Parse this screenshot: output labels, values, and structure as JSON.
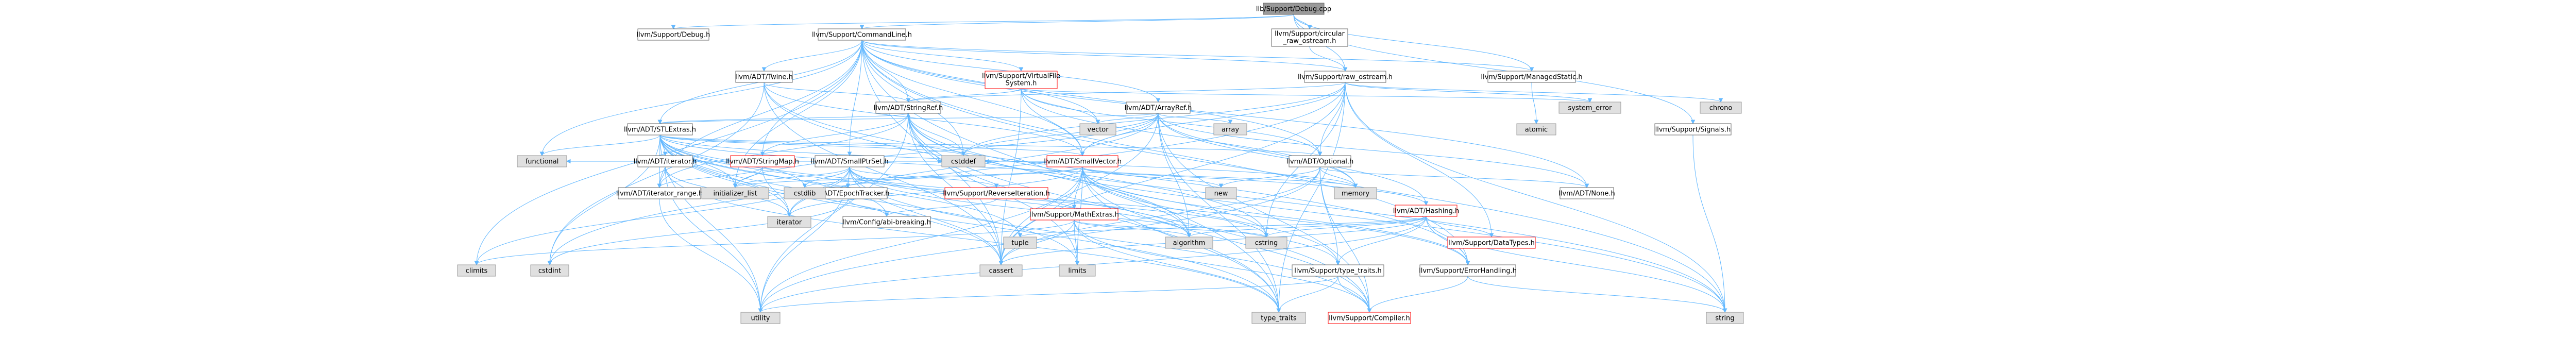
{
  "graph_title": "lib/Support/Debug.cpp",
  "colors": {
    "edge": "#63b8ff",
    "root_fill": "#999999",
    "node_border": "#666666",
    "system_fill": "#e0e0e0",
    "red_border": "#ff0000"
  },
  "nodes": [
    {
      "id": "root",
      "label": "lib/Support/Debug.cpp",
      "kind": "root"
    },
    {
      "id": "debug_h",
      "label": "llvm/Support/Debug.h",
      "kind": "local"
    },
    {
      "id": "commandline",
      "label": "llvm/Support/CommandLine.h",
      "kind": "local"
    },
    {
      "id": "circular",
      "label": "llvm/Support/circular_raw_ostream.h",
      "kind": "local"
    },
    {
      "id": "managedstatic",
      "label": "llvm/Support/ManagedStatic.h",
      "kind": "local"
    },
    {
      "id": "signals",
      "label": "llvm/Support/Signals.h",
      "kind": "local"
    },
    {
      "id": "raw_ostream",
      "label": "llvm/Support/raw_ostream.h",
      "kind": "local"
    },
    {
      "id": "twine",
      "label": "llvm/ADT/Twine.h",
      "kind": "local"
    },
    {
      "id": "vfs",
      "label": "llvm/Support/VirtualFileSystem.h",
      "kind": "redlink"
    },
    {
      "id": "arrayref",
      "label": "llvm/ADT/ArrayRef.h",
      "kind": "local"
    },
    {
      "id": "stringref",
      "label": "llvm/ADT/StringRef.h",
      "kind": "local"
    },
    {
      "id": "stlextras",
      "label": "llvm/ADT/STLExtras.h",
      "kind": "local"
    },
    {
      "id": "smallvector",
      "label": "llvm/ADT/SmallVector.h",
      "kind": "redlink"
    },
    {
      "id": "optional",
      "label": "llvm/ADT/Optional.h",
      "kind": "local"
    },
    {
      "id": "smallptrset",
      "label": "llvm/ADT/SmallPtrSet.h",
      "kind": "local"
    },
    {
      "id": "stringmap",
      "label": "llvm/ADT/StringMap.h",
      "kind": "redlink"
    },
    {
      "id": "iterator",
      "label": "llvm/ADT/iterator.h",
      "kind": "local"
    },
    {
      "id": "iterator_range",
      "label": "llvm/ADT/iterator_range.h",
      "kind": "local"
    },
    {
      "id": "epochtracker",
      "label": "llvm/ADT/EpochTracker.h",
      "kind": "local"
    },
    {
      "id": "abibreaking",
      "label": "llvm/Config/abi-breaking.h",
      "kind": "local"
    },
    {
      "id": "reverseiter",
      "label": "llvm/Support/ReverseIteration.h",
      "kind": "redlink"
    },
    {
      "id": "mathextras",
      "label": "llvm/Support/MathExtras.h",
      "kind": "redlink"
    },
    {
      "id": "hashing",
      "label": "llvm/ADT/Hashing.h",
      "kind": "redlink"
    },
    {
      "id": "datatypes",
      "label": "llvm/Support/DataTypes.h",
      "kind": "redlink"
    },
    {
      "id": "errorhandling",
      "label": "llvm/Support/ErrorHandling.h",
      "kind": "local"
    },
    {
      "id": "type_traits_h",
      "label": "llvm/Support/type_traits.h",
      "kind": "local"
    },
    {
      "id": "compiler",
      "label": "llvm/Support/Compiler.h",
      "kind": "redlink"
    },
    {
      "id": "none",
      "label": "llvm/ADT/None.h",
      "kind": "local"
    },
    {
      "id": "system_error",
      "label": "system_error",
      "kind": "system"
    },
    {
      "id": "chrono",
      "label": "chrono",
      "kind": "system"
    },
    {
      "id": "atomic",
      "label": "atomic",
      "kind": "system"
    },
    {
      "id": "array",
      "label": "array",
      "kind": "system"
    },
    {
      "id": "vector",
      "label": "vector",
      "kind": "system"
    },
    {
      "id": "functional",
      "label": "functional",
      "kind": "system"
    },
    {
      "id": "initializer_list",
      "label": "initializer_list",
      "kind": "system"
    },
    {
      "id": "cstddef",
      "label": "cstddef",
      "kind": "system"
    },
    {
      "id": "cstdlib",
      "label": "cstdlib",
      "kind": "system"
    },
    {
      "id": "new",
      "label": "new",
      "kind": "system"
    },
    {
      "id": "memory",
      "label": "memory",
      "kind": "system"
    },
    {
      "id": "iterator_std",
      "label": "iterator",
      "kind": "system"
    },
    {
      "id": "climits",
      "label": "climits",
      "kind": "system"
    },
    {
      "id": "cstdint",
      "label": "cstdint",
      "kind": "system"
    },
    {
      "id": "cassert",
      "label": "cassert",
      "kind": "system"
    },
    {
      "id": "limits",
      "label": "limits",
      "kind": "system"
    },
    {
      "id": "tuple",
      "label": "tuple",
      "kind": "system"
    },
    {
      "id": "algorithm",
      "label": "algorithm",
      "kind": "system"
    },
    {
      "id": "cstring",
      "label": "cstring",
      "kind": "system"
    },
    {
      "id": "utility",
      "label": "utility",
      "kind": "system"
    },
    {
      "id": "type_traits",
      "label": "type_traits",
      "kind": "system"
    },
    {
      "id": "string",
      "label": "string",
      "kind": "system"
    }
  ],
  "edges": [
    [
      "root",
      "debug_h"
    ],
    [
      "root",
      "commandline"
    ],
    [
      "root",
      "circular"
    ],
    [
      "root",
      "managedstatic"
    ],
    [
      "root",
      "signals"
    ],
    [
      "root",
      "raw_ostream"
    ],
    [
      "circular",
      "raw_ostream"
    ],
    [
      "commandline",
      "arrayref"
    ],
    [
      "commandline",
      "twine"
    ],
    [
      "commandline",
      "vfs"
    ],
    [
      "commandline",
      "stringref"
    ],
    [
      "commandline",
      "stlextras"
    ],
    [
      "commandline",
      "smallvector"
    ],
    [
      "commandline",
      "optional"
    ],
    [
      "commandline",
      "smallptrset"
    ],
    [
      "commandline",
      "stringmap"
    ],
    [
      "commandline",
      "iterator_range"
    ],
    [
      "commandline",
      "errorhandling"
    ],
    [
      "commandline",
      "managedstatic"
    ],
    [
      "commandline",
      "raw_ostream"
    ],
    [
      "commandline",
      "none"
    ],
    [
      "commandline",
      "functional"
    ],
    [
      "commandline",
      "initializer_list"
    ],
    [
      "commandline",
      "climits"
    ],
    [
      "commandline",
      "cstddef"
    ],
    [
      "commandline",
      "cassert"
    ],
    [
      "commandline",
      "string"
    ],
    [
      "commandline",
      "type_traits"
    ],
    [
      "commandline",
      "vector"
    ],
    [
      "managedstatic",
      "atomic"
    ],
    [
      "signals",
      "string"
    ],
    [
      "raw_ostream",
      "stringref"
    ],
    [
      "raw_ostream",
      "chrono"
    ],
    [
      "raw_ostream",
      "system_error"
    ],
    [
      "raw_ostream",
      "string"
    ],
    [
      "raw_ostream",
      "cassert"
    ],
    [
      "raw_ostream",
      "cstddef"
    ],
    [
      "raw_ostream",
      "cstdint"
    ],
    [
      "raw_ostream",
      "cstring"
    ],
    [
      "raw_ostream",
      "type_traits"
    ],
    [
      "raw_ostream",
      "optional"
    ],
    [
      "raw_ostream",
      "smallvector"
    ],
    [
      "raw_ostream",
      "datatypes"
    ],
    [
      "twine",
      "smallvector"
    ],
    [
      "twine",
      "stringref"
    ],
    [
      "twine",
      "errorhandling"
    ],
    [
      "twine",
      "cassert"
    ],
    [
      "twine",
      "cstdint"
    ],
    [
      "twine",
      "string"
    ],
    [
      "vfs",
      "stringref"
    ],
    [
      "vfs",
      "smallvector"
    ],
    [
      "vfs",
      "optional"
    ],
    [
      "vfs",
      "system_error"
    ],
    [
      "vfs",
      "memory"
    ],
    [
      "vfs",
      "vector"
    ],
    [
      "vfs",
      "cassert"
    ],
    [
      "arrayref",
      "hashing"
    ],
    [
      "arrayref",
      "none"
    ],
    [
      "arrayref",
      "smallvector"
    ],
    [
      "arrayref",
      "stlextras"
    ],
    [
      "arrayref",
      "compiler"
    ],
    [
      "arrayref",
      "algorithm"
    ],
    [
      "arrayref",
      "array"
    ],
    [
      "arrayref",
      "cassert"
    ],
    [
      "arrayref",
      "cstddef"
    ],
    [
      "arrayref",
      "initializer_list"
    ],
    [
      "arrayref",
      "iterator_std"
    ],
    [
      "arrayref",
      "memory"
    ],
    [
      "arrayref",
      "type_traits"
    ],
    [
      "arrayref",
      "vector"
    ],
    [
      "stringref",
      "stlextras"
    ],
    [
      "stringref",
      "iterator_range"
    ],
    [
      "stringref",
      "compiler"
    ],
    [
      "stringref",
      "algorithm"
    ],
    [
      "stringref",
      "cassert"
    ],
    [
      "stringref",
      "cstddef"
    ],
    [
      "stringref",
      "cstring"
    ],
    [
      "stringref",
      "limits"
    ],
    [
      "stringref",
      "string"
    ],
    [
      "stringref",
      "type_traits"
    ],
    [
      "stringref",
      "utility"
    ],
    [
      "stlextras",
      "hashing"
    ],
    [
      "stlextras",
      "optional"
    ],
    [
      "stlextras",
      "iterator"
    ],
    [
      "stlextras",
      "iterator_range"
    ],
    [
      "stlextras",
      "abibreaking"
    ],
    [
      "stlextras",
      "errorhandling"
    ],
    [
      "stlextras",
      "algorithm"
    ],
    [
      "stlextras",
      "cassert"
    ],
    [
      "stlextras",
      "cstddef"
    ],
    [
      "stlextras",
      "cstdint"
    ],
    [
      "stlextras",
      "cstdlib"
    ],
    [
      "stlextras",
      "functional"
    ],
    [
      "stlextras",
      "initializer_list"
    ],
    [
      "stlextras",
      "iterator_std"
    ],
    [
      "stlextras",
      "limits"
    ],
    [
      "stlextras",
      "memory"
    ],
    [
      "stlextras",
      "tuple"
    ],
    [
      "stlextras",
      "type_traits"
    ],
    [
      "stlextras",
      "utility"
    ],
    [
      "stlextras",
      "smallvector"
    ],
    [
      "smallvector",
      "compiler"
    ],
    [
      "smallvector",
      "errorhandling"
    ],
    [
      "smallvector",
      "mathextras"
    ],
    [
      "smallvector",
      "type_traits_h"
    ],
    [
      "smallvector",
      "algorithm"
    ],
    [
      "smallvector",
      "cassert"
    ],
    [
      "smallvector",
      "cstddef"
    ],
    [
      "smallvector",
      "cstdlib"
    ],
    [
      "smallvector",
      "cstring"
    ],
    [
      "smallvector",
      "functional"
    ],
    [
      "smallvector",
      "initializer_list"
    ],
    [
      "smallvector",
      "iterator_std"
    ],
    [
      "smallvector",
      "limits"
    ],
    [
      "smallvector",
      "memory"
    ],
    [
      "smallvector",
      "new"
    ],
    [
      "smallvector",
      "type_traits"
    ],
    [
      "smallvector",
      "utility"
    ],
    [
      "optional",
      "none"
    ],
    [
      "optional",
      "type_traits_h"
    ],
    [
      "optional",
      "compiler"
    ],
    [
      "optional",
      "cassert"
    ],
    [
      "optional",
      "memory"
    ],
    [
      "optional",
      "new"
    ],
    [
      "optional",
      "utility"
    ],
    [
      "smallptrset",
      "epochtracker"
    ],
    [
      "smallptrset",
      "compiler"
    ],
    [
      "smallptrset",
      "reverseiter"
    ],
    [
      "smallptrset",
      "type_traits_h"
    ],
    [
      "smallptrset",
      "cassert"
    ],
    [
      "smallptrset",
      "cstddef"
    ],
    [
      "smallptrset",
      "cstdlib"
    ],
    [
      "smallptrset",
      "cstring"
    ],
    [
      "smallptrset",
      "initializer_list"
    ],
    [
      "smallptrset",
      "iterator_std"
    ],
    [
      "smallptrset",
      "utility"
    ],
    [
      "smallptrset",
      "climits"
    ],
    [
      "smallptrset",
      "algorithm"
    ],
    [
      "stringmap",
      "stringref"
    ],
    [
      "stringmap",
      "iterator"
    ],
    [
      "stringmap",
      "iterator_range"
    ],
    [
      "stringmap",
      "initializer_list"
    ],
    [
      "stringmap",
      "iterator_std"
    ],
    [
      "iterator",
      "iterator_range"
    ],
    [
      "iterator",
      "cstddef"
    ],
    [
      "iterator",
      "iterator_std"
    ],
    [
      "iterator",
      "type_traits"
    ],
    [
      "iterator",
      "utility"
    ],
    [
      "iterator_range",
      "utility"
    ],
    [
      "epochtracker",
      "abibreaking"
    ],
    [
      "epochtracker",
      "cstdint"
    ],
    [
      "reverseiter",
      "abibreaking"
    ],
    [
      "mathextras",
      "compiler"
    ],
    [
      "mathextras",
      "algorithm"
    ],
    [
      "mathextras",
      "cassert"
    ],
    [
      "mathextras",
      "climits"
    ],
    [
      "mathextras",
      "cstring"
    ],
    [
      "mathextras",
      "limits"
    ],
    [
      "mathextras",
      "type_traits"
    ],
    [
      "hashing",
      "datatypes"
    ],
    [
      "hashing",
      "errorhandling"
    ],
    [
      "hashing",
      "type_traits_h"
    ],
    [
      "hashing",
      "algorithm"
    ],
    [
      "hashing",
      "cassert"
    ],
    [
      "hashing",
      "cstring"
    ],
    [
      "hashing",
      "string"
    ],
    [
      "hashing",
      "tuple"
    ],
    [
      "hashing",
      "utility"
    ],
    [
      "errorhandling",
      "compiler"
    ],
    [
      "errorhandling",
      "string"
    ],
    [
      "type_traits_h",
      "compiler"
    ],
    [
      "type_traits_h",
      "type_traits"
    ],
    [
      "type_traits_h",
      "utility"
    ]
  ]
}
